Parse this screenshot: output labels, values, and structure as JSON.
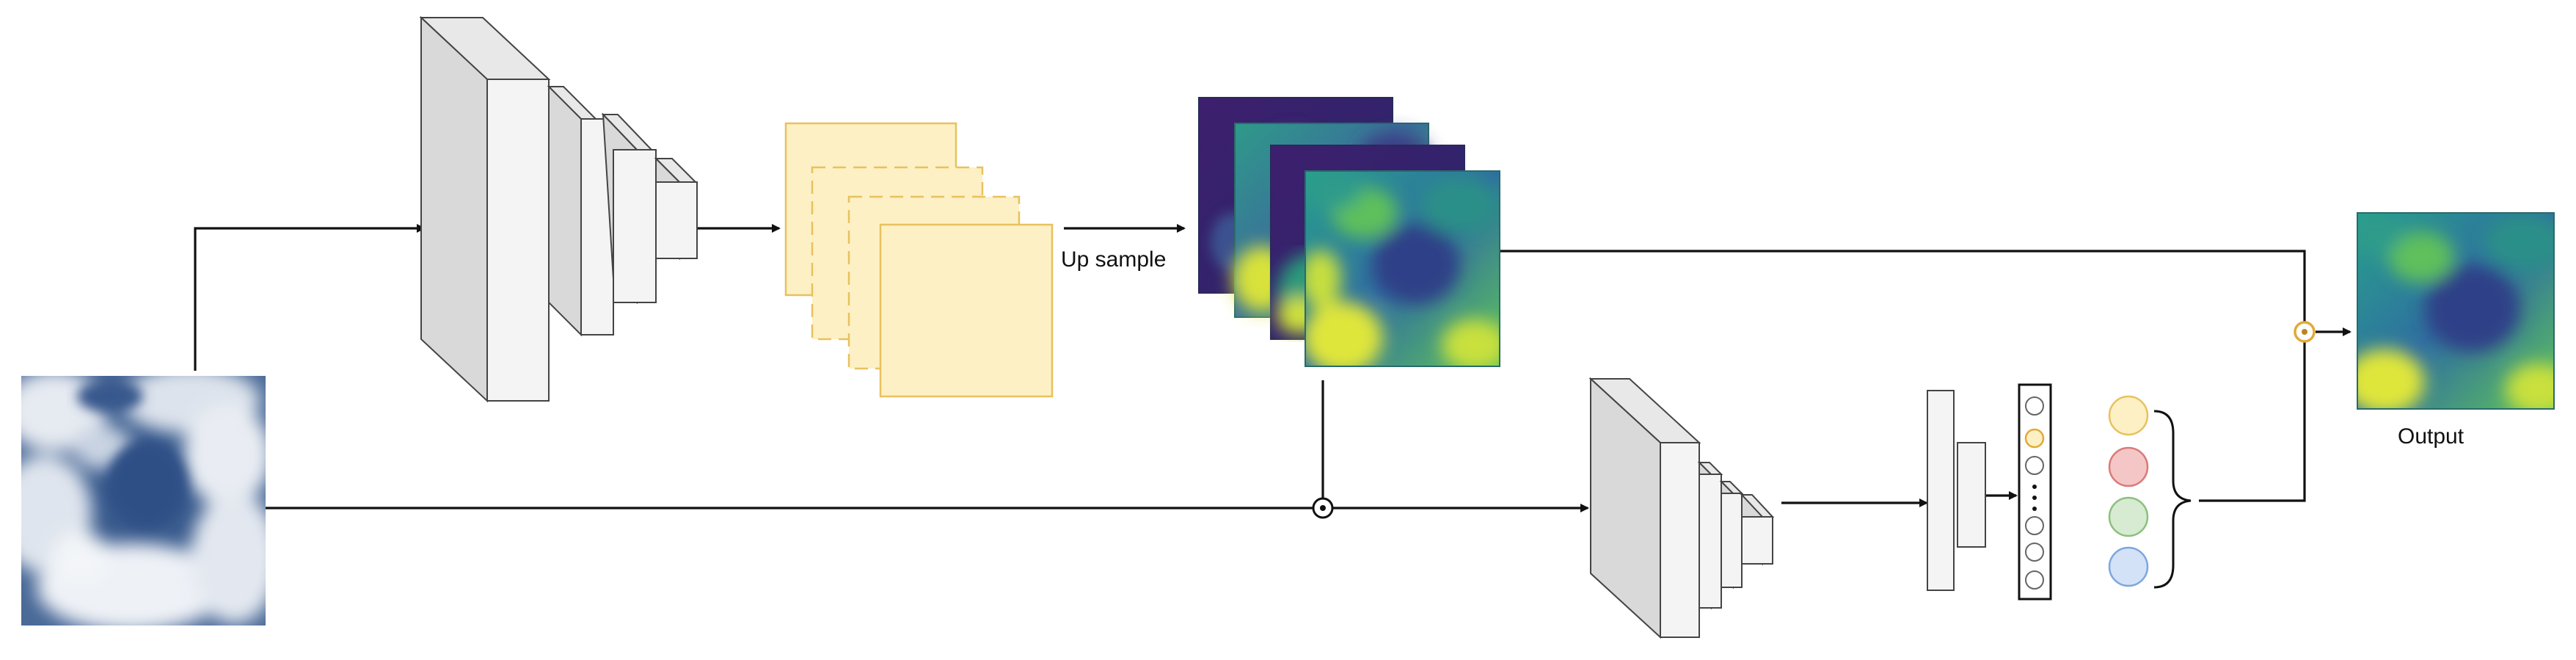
{
  "labels": {
    "upsample": "Up sample",
    "output": "Output"
  },
  "colors": {
    "line": "#111111",
    "box_face": "#f4f4f4",
    "box_side": "#d9d9d9",
    "box_top": "#e8e8e8",
    "box_stroke": "#444444",
    "feature_fill": "#fdf0c4",
    "feature_stroke": "#e8c15f",
    "fusion_ring": "#e3a935",
    "circle_yellow": "#fdf0c4",
    "circle_red": "#f4c7c6",
    "circle_green": "#d6ebd1",
    "circle_blue": "#d3e2f7",
    "sky_blue": "#3f5f8c",
    "cloud_white": "#e8ecf2",
    "map_dark": "#3a1a6a",
    "map_teal": "#2a8a8c",
    "map_green": "#45b06a",
    "map_yellow": "#d9e33a"
  },
  "icons": {
    "input": "cloud-sky-photo",
    "encoder": "cnn-encoder-block",
    "feature_maps": "feature-map-stack",
    "heatmaps": "heatmap-stack",
    "multiply": "element-wise-multiply-icon",
    "classifier": "cnn-classifier-block",
    "fc": "fully-connected-layer",
    "classes": "class-circles",
    "fusion": "fusion-node-icon",
    "output": "output-heatmap"
  }
}
